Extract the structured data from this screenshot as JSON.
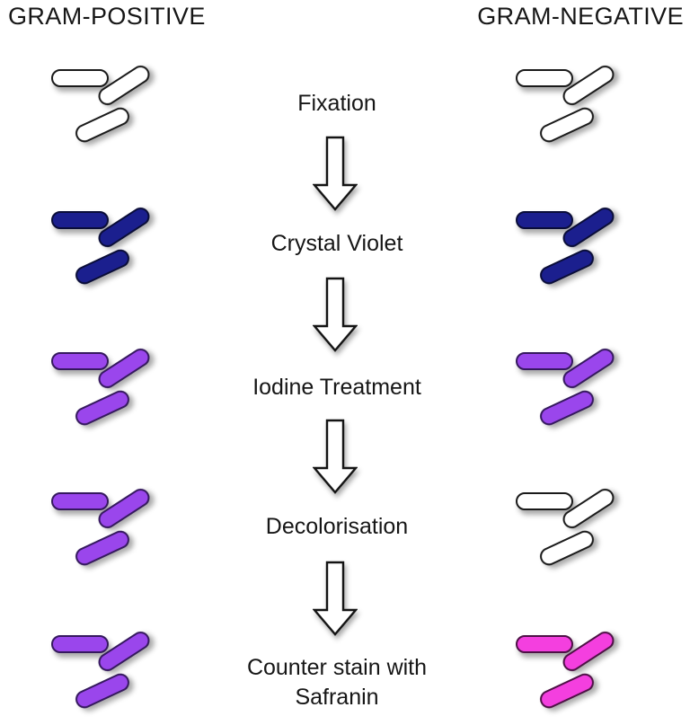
{
  "titles": {
    "gram_positive": "GRAM-POSITIVE",
    "gram_negative": "GRAM-NEGATIVE"
  },
  "stages": [
    {
      "label": "Fixation",
      "gram_positive": {
        "fill": "#ffffff",
        "stroke": "#1a1a1a"
      },
      "gram_negative": {
        "fill": "#ffffff",
        "stroke": "#1a1a1a"
      }
    },
    {
      "label": "Crystal Violet",
      "gram_positive": {
        "fill": "#1b1f8e",
        "stroke": "#0a0d38"
      },
      "gram_negative": {
        "fill": "#1b1f8e",
        "stroke": "#0a0d38"
      }
    },
    {
      "label": "Iodine Treatment",
      "gram_positive": {
        "fill": "#9a46ec",
        "stroke": "#35195e"
      },
      "gram_negative": {
        "fill": "#9a46ec",
        "stroke": "#35195e"
      }
    },
    {
      "label": "Decolorisation",
      "gram_positive": {
        "fill": "#9a46ec",
        "stroke": "#35195e"
      },
      "gram_negative": {
        "fill": "#ffffff",
        "stroke": "#1a1a1a"
      }
    },
    {
      "label": "Counter stain with Safranin",
      "gram_positive": {
        "fill": "#9a46ec",
        "stroke": "#35195e"
      },
      "gram_negative": {
        "fill": "#f43fdf",
        "stroke": "#4d1145"
      }
    }
  ],
  "icons": {
    "flow_arrow": "down-arrow",
    "arrow_fill": "#ffffff",
    "arrow_stroke": "#141414"
  },
  "background": "#ffffff",
  "text_color": "#161616"
}
